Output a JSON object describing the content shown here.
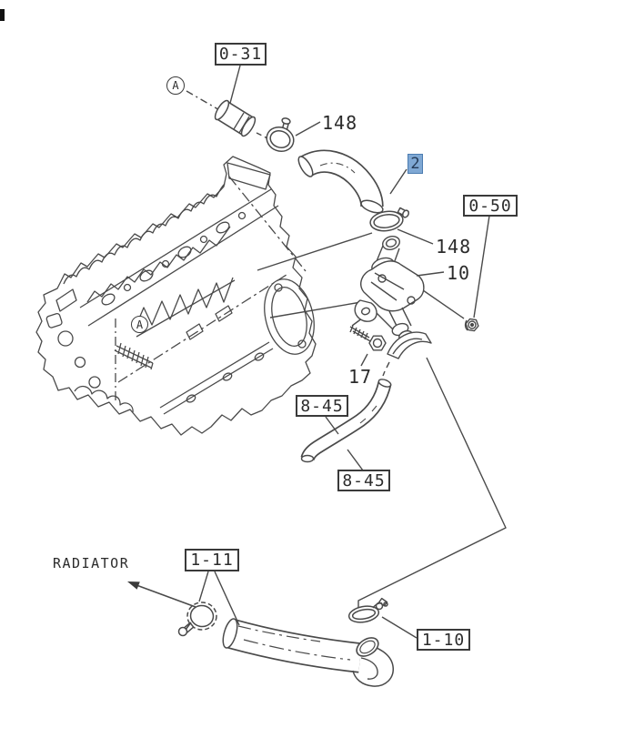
{
  "diagram": {
    "kind": "exploded-parts-line-drawing"
  },
  "colors": {
    "background": "#ffffff",
    "line": "#4a4a4a",
    "label_text": "#2b2b2b",
    "box_border": "#3a3a3a",
    "highlight_bg": "#7FA8D4",
    "highlight_border": "#4C7CB0",
    "highlight_text": "#243a57"
  },
  "callouts": {
    "ref_0_31": "0-31",
    "ref_0_50": "0-50",
    "ref_8_45_upper": "8-45",
    "ref_8_45_lower": "8-45",
    "ref_1_11": "1-11",
    "ref_1_10": "1-10",
    "clamp_148_top": "148",
    "clamp_148_lower": "148",
    "part_10": "10",
    "part_17": "17",
    "part_2_highlighted": "2",
    "marker_a_top": "A",
    "marker_a_engine": "A",
    "radiator": "RADIATOR"
  }
}
